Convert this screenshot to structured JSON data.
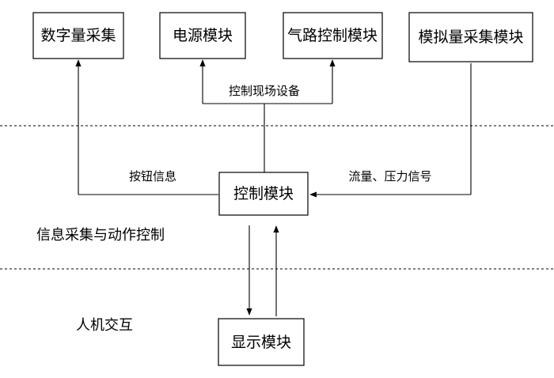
{
  "nodes": {
    "digital_acquisition": "数字量采集",
    "power_module": "电源模块",
    "gas_path_control": "气路控制模块",
    "analog_acquisition": "模拟量采集模块",
    "control_module": "控制模块",
    "display_module": "显示模块"
  },
  "edges": {
    "control_field_devices": "控制现场设备",
    "button_info": "按钮信息",
    "flow_pressure_signal": "流量、压力信号"
  },
  "zones": {
    "info_and_action": "信息采集与动作控制",
    "hmi": "人机交互"
  }
}
